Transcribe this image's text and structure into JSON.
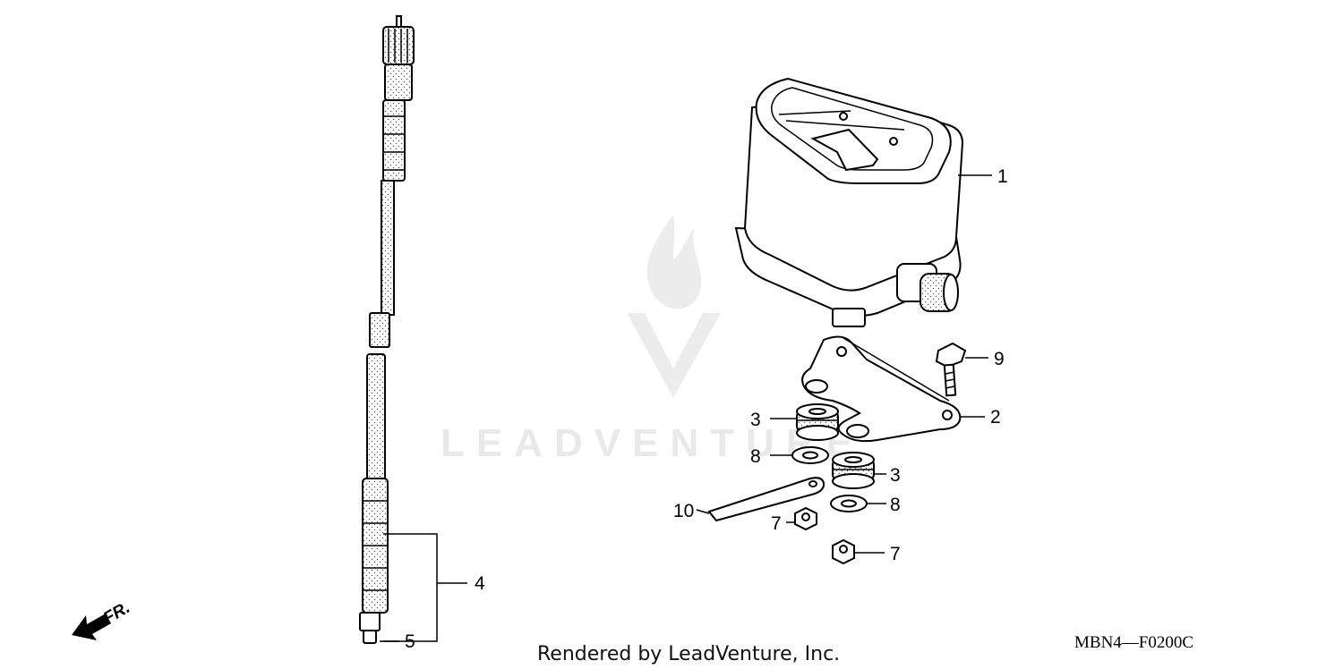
{
  "diagram": {
    "callouts": [
      {
        "id": "c1",
        "label": "1"
      },
      {
        "id": "c2",
        "label": "2"
      },
      {
        "id": "c3a",
        "label": "3"
      },
      {
        "id": "c3b",
        "label": "3"
      },
      {
        "id": "c4",
        "label": "4"
      },
      {
        "id": "c5",
        "label": "5"
      },
      {
        "id": "c7a",
        "label": "7"
      },
      {
        "id": "c7b",
        "label": "7"
      },
      {
        "id": "c8a",
        "label": "8"
      },
      {
        "id": "c8b",
        "label": "8"
      },
      {
        "id": "c9",
        "label": "9"
      },
      {
        "id": "c10",
        "label": "10"
      }
    ],
    "front_arrow_label": "FR.",
    "watermark": "LEADVENTURE",
    "footer": "Rendered by LeadVenture, Inc.",
    "diagram_code": "MBN4—F0200C"
  },
  "colors": {
    "line": "#000000",
    "background": "#ffffff",
    "watermark": "#e9e9e9"
  }
}
